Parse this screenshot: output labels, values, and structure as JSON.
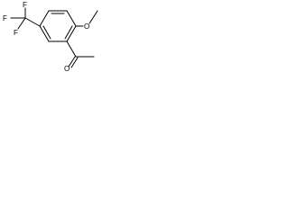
{
  "molecule": {
    "atoms": {
      "trifluoromethyl": "F",
      "fluorine_1": "F",
      "fluorine_2": "F",
      "methoxy_oxygen": "O",
      "carbonyl_oxygen": "O"
    }
  }
}
